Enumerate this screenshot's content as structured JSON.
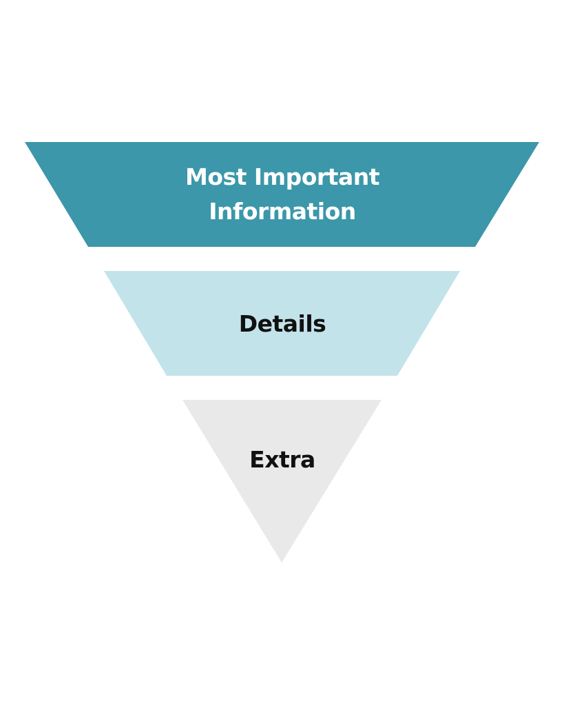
{
  "diagram": {
    "type": "inverted-pyramid",
    "background": "#ffffff",
    "levels": [
      {
        "label": "Most Important Information",
        "line1": "Most Important",
        "line2": "Information",
        "fill": "#3b97a9",
        "text_color": "#ffffff"
      },
      {
        "label": "Details",
        "fill": "#c3e3ea",
        "text_color": "#111111"
      },
      {
        "label": "Extra",
        "fill": "#e9e9e9",
        "text_color": "#111111"
      }
    ]
  }
}
